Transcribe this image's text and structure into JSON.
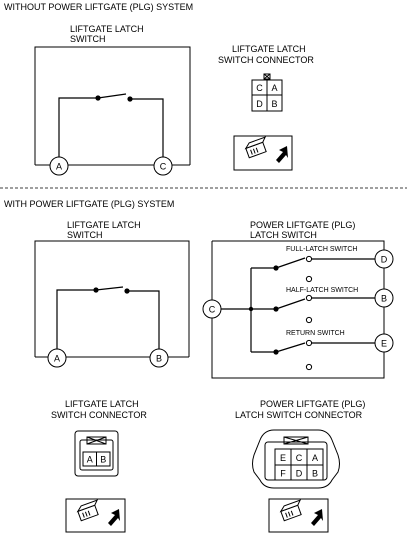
{
  "section1": {
    "title": "WITHOUT POWER LIFTGATE (PLG) SYSTEM",
    "switch_label": [
      "LIFTGATE LATCH",
      "SWITCH"
    ],
    "connector_label": [
      "LIFTGATE LATCH",
      "SWITCH CONNECTOR"
    ],
    "terminals": [
      "A",
      "C"
    ],
    "connector_pins": [
      "C",
      "A",
      "D",
      "B"
    ]
  },
  "section2": {
    "title": "WITH POWER LIFTGATE (PLG) SYSTEM",
    "switch_label": [
      "LIFTGATE LATCH",
      "SWITCH"
    ],
    "plg_label": [
      "POWER LIFTGATE (PLG)",
      "LATCH SWITCH"
    ],
    "terminals": [
      "A",
      "B"
    ],
    "plg_common": "C",
    "plg_switches": [
      "FULL-LATCH SWITCH",
      "HALF-LATCH SWITCH",
      "RETURN SWITCH"
    ],
    "plg_terminals": [
      "D",
      "B",
      "E"
    ],
    "connector_label": [
      "LIFTGATE LATCH",
      "SWITCH CONNECTOR"
    ],
    "connector_pins": [
      "A",
      "B"
    ],
    "plg_connector_label": [
      "POWER LIFTGATE (PLG)",
      "LATCH SWITCH CONNECTOR"
    ],
    "plg_connector_pins": [
      "E",
      "C",
      "A",
      "F",
      "D",
      "B"
    ]
  },
  "icons": {
    "harness_view": "connector-harness-side-icon",
    "lock_mark": "lock-tab-icon"
  }
}
